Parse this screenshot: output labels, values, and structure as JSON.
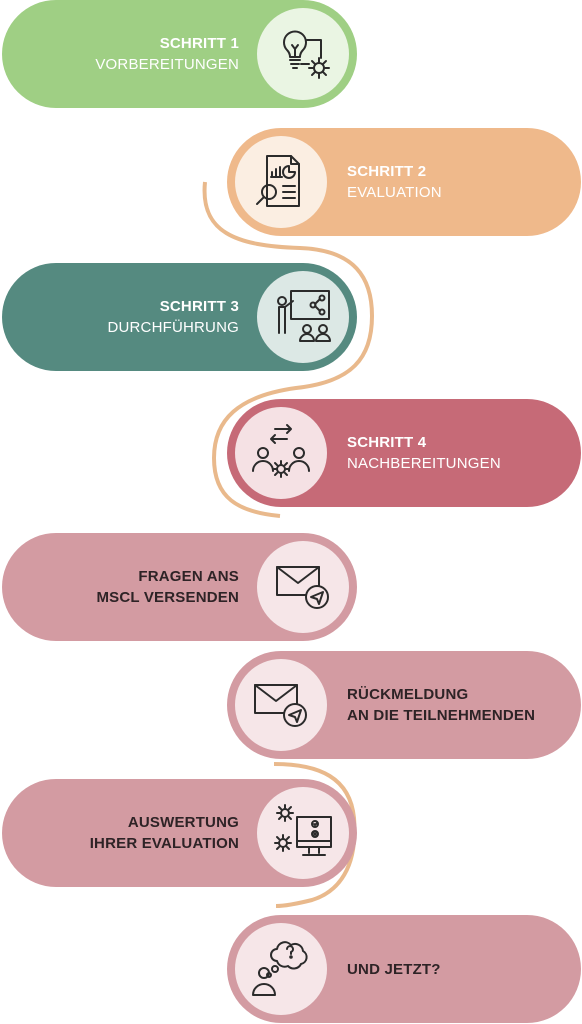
{
  "colors": {
    "green": "#9fcf84",
    "orange": "#efb98b",
    "teal": "#558a80",
    "crimson": "#c66a77",
    "rose": "#d39ba2",
    "connector": "#e9b98c",
    "icon_stroke": "#2b2b2b"
  },
  "steps": [
    {
      "line1": "SCHRITT 1",
      "line2": "VORBEREITUNGEN",
      "color": "green",
      "icon": "lightbulb-gear-icon"
    },
    {
      "line1": "SCHRITT 2",
      "line2": "EVALUATION",
      "color": "orange",
      "icon": "report-magnifier-icon"
    },
    {
      "line1": "SCHRITT 3",
      "line2": "DURCHFÜHRUNG",
      "color": "teal",
      "icon": "presentation-icon"
    },
    {
      "line1": "SCHRITT 4",
      "line2": "NACHBEREITUNGEN",
      "color": "crimson",
      "icon": "exchange-people-icon"
    }
  ],
  "tasks": [
    {
      "line1": "FRAGEN ANS",
      "line2": "MSCL VERSENDEN",
      "icon": "mail-send-icon"
    },
    {
      "line1": "RÜCKMELDUNG",
      "line2": "AN DIE TEILNEHMENDEN",
      "icon": "mail-send-icon"
    },
    {
      "line1": "AUSWERTUNG",
      "line2": "IHRER EVALUATION",
      "icon": "monitor-gears-icon"
    },
    {
      "line1": "UND JETZT?",
      "line2": "",
      "icon": "thinking-person-icon"
    }
  ]
}
